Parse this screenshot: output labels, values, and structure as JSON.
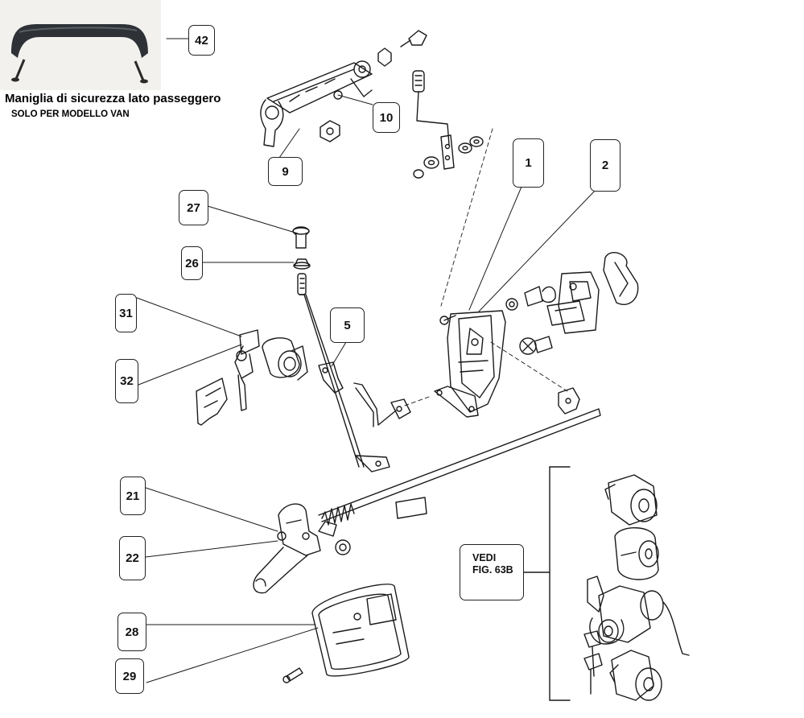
{
  "photo": {
    "caption": "Maniglia di sicurezza lato passeggero",
    "subcaption": "SOLO PER MODELLO VAN"
  },
  "reference_box": {
    "line1": "VEDI",
    "line2": "FIG. 63B"
  },
  "callouts": {
    "c42": "42",
    "c10": "10",
    "c9": "9",
    "c1": "1",
    "c2": "2",
    "c27": "27",
    "c26": "26",
    "c5": "5",
    "c31": "31",
    "c32": "32",
    "c21": "21",
    "c22": "22",
    "c28": "28",
    "c29": "29"
  },
  "colors": {
    "line": "#1a1a1a",
    "photo_bg": "#f3f3f1",
    "handle": "#2e3236"
  }
}
